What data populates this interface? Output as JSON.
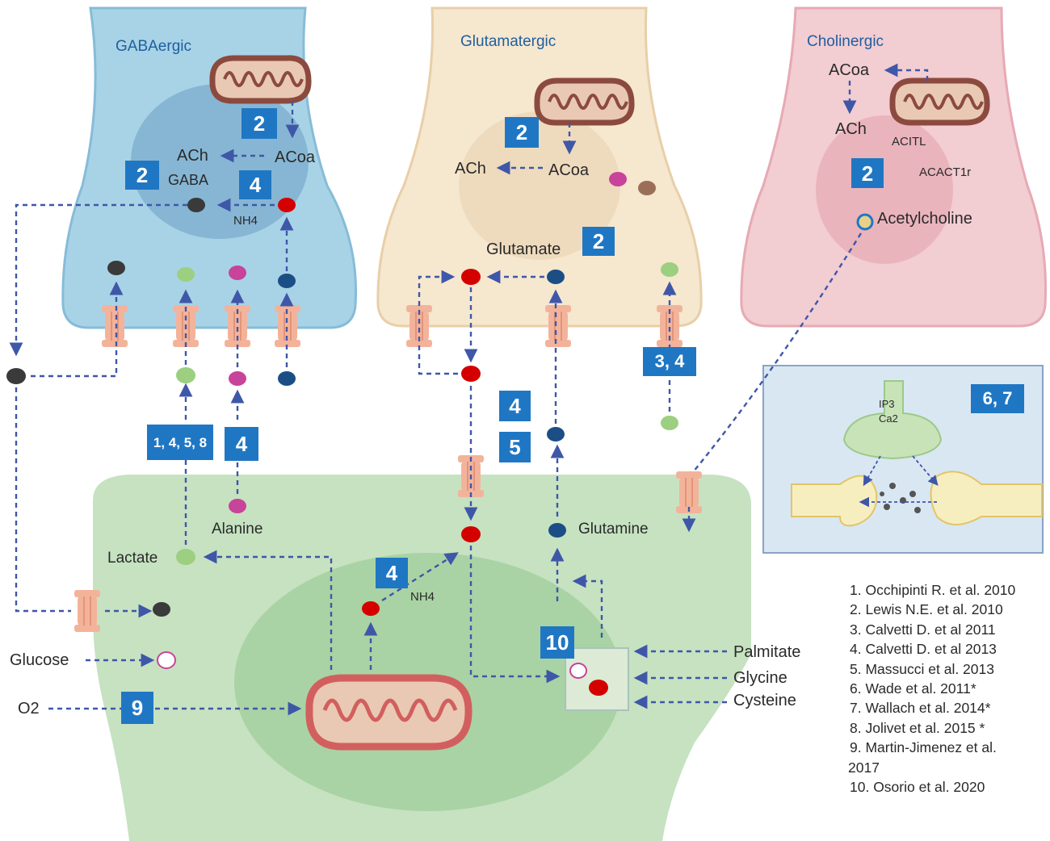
{
  "cells": {
    "gabaergic": {
      "title": "GABAergic",
      "acoa": "ACoa",
      "ach": "ACh",
      "gaba": "GABA",
      "nh4": "NH4"
    },
    "glutamatergic": {
      "title": "Glutamatergic",
      "ach": "ACh",
      "acoa": "ACoa",
      "glutamate": "Glutamate"
    },
    "cholinergic": {
      "title": "Cholinergic",
      "acoa": "ACoa",
      "ach": "ACh",
      "acitl": "ACITL",
      "acact1r": "ACACT1r",
      "acetylcholine": "Acetylcholine"
    },
    "astrocyte": {
      "alanine": "Alanine",
      "lactate": "Lactate",
      "glutamine": "Glutamine",
      "nh4": "NH4",
      "glucose": "Glucose",
      "o2": "O2",
      "palmitate": "Palmitate",
      "glycine": "Glycine",
      "cysteine": "Cysteine"
    },
    "inset": {
      "ip3": "IP3",
      "ca2": "Ca2"
    }
  },
  "badges": {
    "gaba_mito": "2",
    "gaba_left": "2",
    "gaba_nh4": "4",
    "glut_mito": "2",
    "glut_glutamate": "2",
    "glut_34": "3, 4",
    "chol": "2",
    "inset": "6, 7",
    "lactate_refs": "1, 4, 5, 8",
    "alanine_ref": "4",
    "center_4": "4",
    "center_5": "5",
    "astro_nh4": "4",
    "o2_ref": "9",
    "palmitate_ref": "10"
  },
  "references": [
    "1. Occhipinti R. et al. 2010",
    "2. Lewis N.E. et al. 2010",
    "3. Calvetti D. et al  2011",
    "4. Calvetti D. et al  2013",
    "5. Massucci et al.  2013",
    "6. Wade et al. 2011*",
    "7. Wallach et al. 2014*",
    "8. Jolivet et al. 2015 *",
    "9. Martin-Jimenez et al.",
    "2017",
    "10. Osorio et al. 2020"
  ],
  "colors": {
    "gaba_cell": "#a8d3e6",
    "gaba_nucleus": "#86b6d4",
    "glut_cell": "#f6e7cf",
    "glut_nucleus": "#eedbbd",
    "chol_cell": "#f2cdd2",
    "chol_nucleus": "#eab4bc",
    "astro_cell": "#c6e2c1",
    "astro_nucleus": "#a9d3a4",
    "badge": "#1f77c4",
    "arrow": "#3f57a8",
    "mito_fill": "#e9c9b3",
    "mito_gaba": "#8c4a3f",
    "mito_astro": "#d25f5f",
    "glutamate_dot": "#d40000",
    "glutamine_dot": "#1c4e86",
    "gaba_dot": "#3a3a3a",
    "lactate_dot": "#9ccf7f",
    "alanine_dot": "#c8439a",
    "transporter": "#f3b39b"
  },
  "icons": [
    "mitochondrion-icon",
    "transporter-icon",
    "synapse-icon"
  ]
}
